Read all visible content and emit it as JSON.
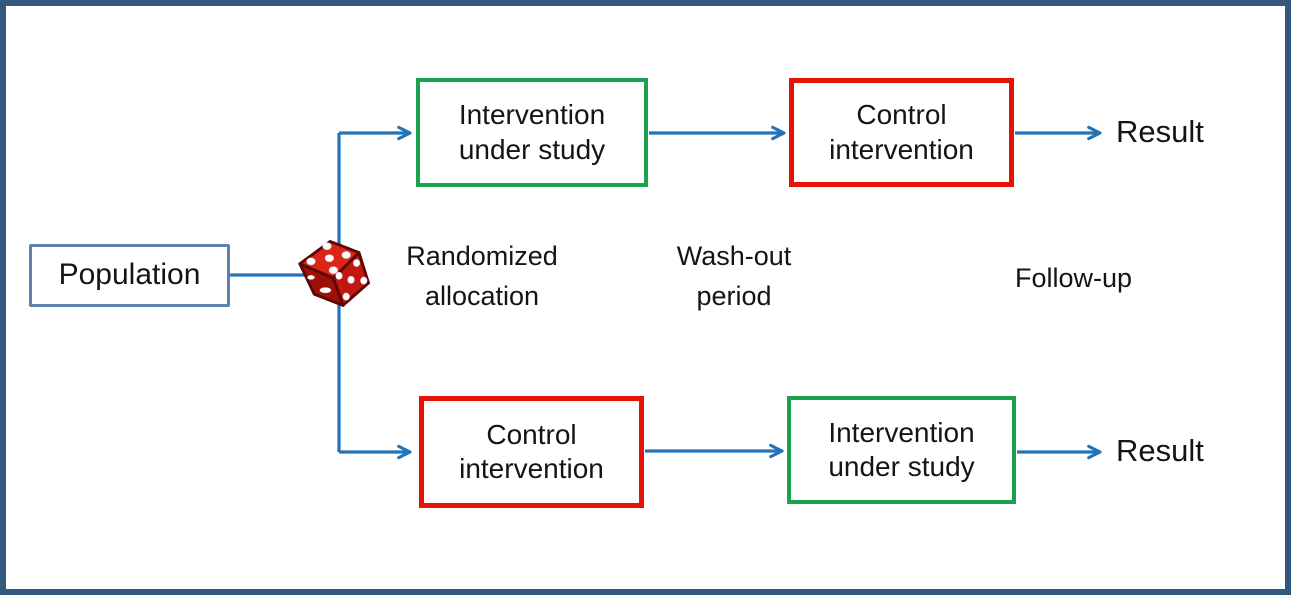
{
  "diagram": {
    "title_hint": "crossover randomized trial flow",
    "nodes": {
      "population": "Population",
      "top_first": "Intervention under study",
      "top_second": "Control intervention",
      "top_result": "Result",
      "bottom_first": "Control intervention",
      "bottom_second": "Intervention under study",
      "bottom_result": "Result"
    },
    "stage_labels": {
      "allocation": "Randomized allocation",
      "washout": "Wash-out period",
      "followup": "Follow-up"
    },
    "icons": {
      "dice": "red-die-icon"
    },
    "colors": {
      "frame": "#33587D",
      "arrow_blue": "#2273B8",
      "population_border": "#5C83AE",
      "intervention_border": "#1CA24E",
      "control_border": "#E41209",
      "die_red": "#D6281E",
      "text": "#141414"
    }
  }
}
